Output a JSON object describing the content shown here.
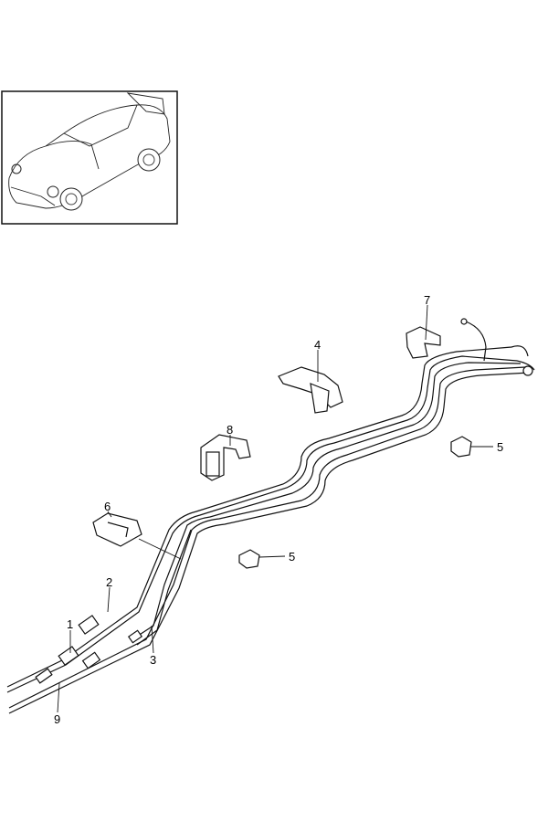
{
  "diagram": {
    "callouts": [
      {
        "id": "callout-1",
        "label": "1"
      },
      {
        "id": "callout-2",
        "label": "2"
      },
      {
        "id": "callout-3",
        "label": "3"
      },
      {
        "id": "callout-4",
        "label": "4"
      },
      {
        "id": "callout-5a",
        "label": "5"
      },
      {
        "id": "callout-5b",
        "label": "5"
      },
      {
        "id": "callout-6",
        "label": "6"
      },
      {
        "id": "callout-7",
        "label": "7"
      },
      {
        "id": "callout-8",
        "label": "8"
      },
      {
        "id": "callout-9",
        "label": "9"
      }
    ]
  }
}
